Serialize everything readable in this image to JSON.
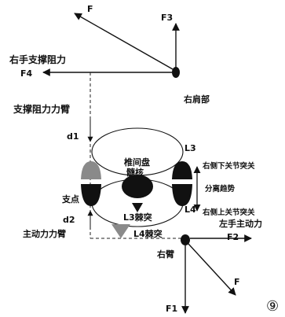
{
  "labels": {
    "force_top_left": "F",
    "f3": "F3",
    "right_hand_support_resistance": "右手支撑阻力",
    "f4": "F4",
    "right_shoulder": "右肩部",
    "support_resistance_arm": "支撑阻力力臂",
    "d1": "d1",
    "disc": "椎间盘",
    "nucleus": "髓核",
    "l3": "L3",
    "right_lower_facet": "右侧下关节突关",
    "separation_trend": "分离趋势",
    "right_upper_facet": "右侧上关节突关",
    "fulcrum": "支点",
    "l3_spinous": "L3棘突",
    "l4": "L4",
    "d2": "d2",
    "active_force_arm": "主动力力臂",
    "l4_spinous": "L4棘突",
    "left_hand_active_force": "左手主动力",
    "f2": "F2",
    "right_arm": "右臂",
    "f": "F",
    "f1": "F1",
    "figure_number": "⑨"
  },
  "colors": {
    "ink": "#111111",
    "disc_grey": "#8a8a8a",
    "line": "#222222"
  }
}
